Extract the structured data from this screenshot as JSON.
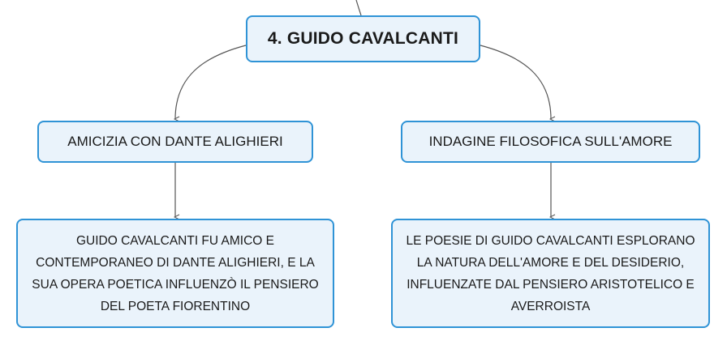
{
  "diagram": {
    "root": {
      "label": "4. GUIDO CAVALCANTI"
    },
    "branches": [
      {
        "topic": "AMICIZIA CON DANTE ALIGHIERI",
        "detail": "GUIDO CAVALCANTI FU AMICO E CONTEMPORANEO DI DANTE ALIGHIERI, E LA SUA OPERA POETICA INFLUENZÒ IL PENSIERO DEL POETA FIORENTINO"
      },
      {
        "topic": "INDAGINE FILOSOFICA SULL'AMORE",
        "detail": "LE POESIE DI GUIDO CAVALCANTI ESPLORANO LA NATURA DELL'AMORE E DEL DESIDERIO, INFLUENZATE DAL PENSIERO ARISTOTELICO E AVERROISTA"
      }
    ]
  },
  "colors": {
    "node_border": "#2f93d6",
    "node_fill": "#eaf3fb",
    "connector": "#555555"
  }
}
